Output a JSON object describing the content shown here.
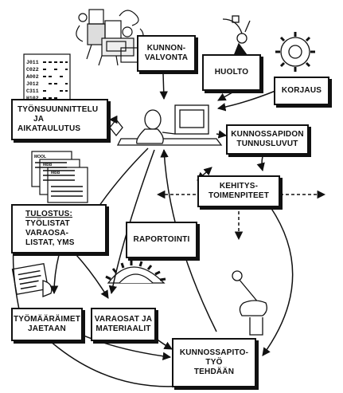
{
  "boxes": {
    "kunnonvalvonta": [
      "KUNNON-",
      "VALVONTA"
    ],
    "huolto": "HUOLTO",
    "korjaus": "KORJAUS",
    "tyonsuunnittelu": [
      "TYÖNSUUNNITTELU",
      "JA",
      "AIKATAULUTUS"
    ],
    "tunnusluvut": [
      "KUNNOSSAPIDON",
      "TUNNUSLUVUT"
    ],
    "kehitystoimenpiteet": [
      "KEHITYS-",
      "TOIMENPITEET"
    ],
    "tulostus": [
      "TULOSTUS:",
      "TYÖLISTAT",
      "VARAOSA-",
      "LISTAT, YMS"
    ],
    "raportointi": "RAPORTOINTI",
    "tyomaaraimet": [
      "TYÖMÄÄRÄIMET",
      "JAETAAN"
    ],
    "varaosat": [
      "VARAOSAT JA",
      "MATERIAALIT"
    ],
    "kunnossapitotyo": [
      "KUNNOSSAPITO-",
      "TYÖ",
      "TEHDÄÄN"
    ]
  },
  "codes": [
    "J011",
    "C022",
    "A002",
    "J012",
    "C311",
    "H102"
  ],
  "clipboard_texts": [
    "MOOL",
    "MBB",
    "MBB"
  ]
}
